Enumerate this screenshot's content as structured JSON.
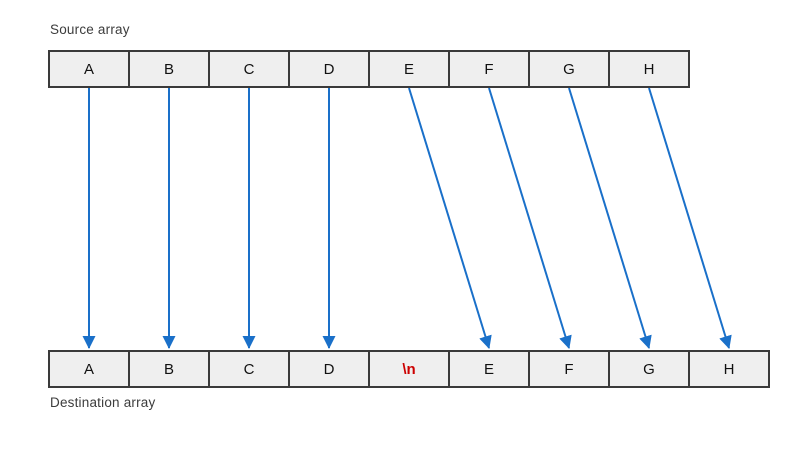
{
  "labels": {
    "source": "Source array",
    "destination": "Destination array"
  },
  "source_array": {
    "cells": [
      {
        "label": "A"
      },
      {
        "label": "B"
      },
      {
        "label": "C"
      },
      {
        "label": "D"
      },
      {
        "label": "E"
      },
      {
        "label": "F"
      },
      {
        "label": "G"
      },
      {
        "label": "H"
      }
    ]
  },
  "destination_array": {
    "cells": [
      {
        "label": "A"
      },
      {
        "label": "B"
      },
      {
        "label": "C"
      },
      {
        "label": "D"
      },
      {
        "label": "\\n",
        "highlight": true
      },
      {
        "label": "E"
      },
      {
        "label": "F"
      },
      {
        "label": "G"
      },
      {
        "label": "H"
      }
    ]
  },
  "arrows": {
    "mappings": [
      {
        "from": 0,
        "to": 0
      },
      {
        "from": 1,
        "to": 1
      },
      {
        "from": 2,
        "to": 2
      },
      {
        "from": 3,
        "to": 3
      },
      {
        "from": 4,
        "to": 5
      },
      {
        "from": 5,
        "to": 6
      },
      {
        "from": 6,
        "to": 7
      },
      {
        "from": 7,
        "to": 8
      }
    ]
  },
  "colors": {
    "arrow": "#1a70c9",
    "cell_fill": "#efefef",
    "cell_border": "#3a3a3a",
    "cell_text": "#111111",
    "highlight_text": "#cc0000",
    "label_text": "#3c3c3c",
    "background": "#ffffff"
  }
}
